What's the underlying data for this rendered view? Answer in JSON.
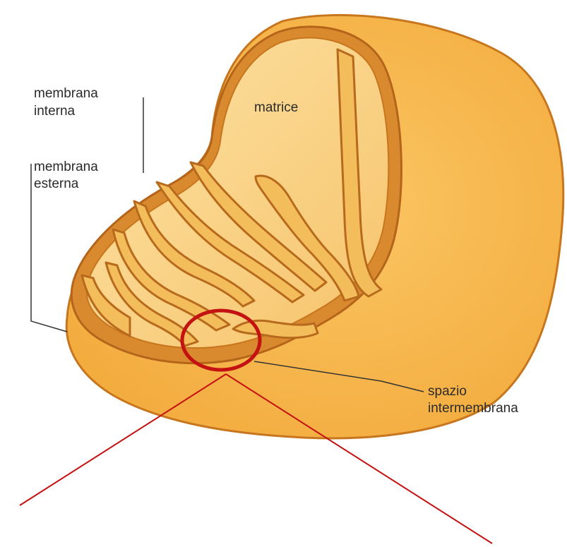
{
  "labels": {
    "inner_membrane": [
      "membrana",
      "interna"
    ],
    "outer_membrane": [
      "membrana",
      "esterna"
    ],
    "matrix": "matrice",
    "intermembrane_space": [
      "spazio",
      "intermembrana"
    ]
  },
  "colors": {
    "outer_body": "#f6b84a",
    "membrane": "#c8761e",
    "interior": "#f9d07e",
    "crista_face": "#f4bd5c",
    "highlight_circle": "#c41111",
    "pointer_lines": "#c41111",
    "leader_lines": "#333333"
  }
}
